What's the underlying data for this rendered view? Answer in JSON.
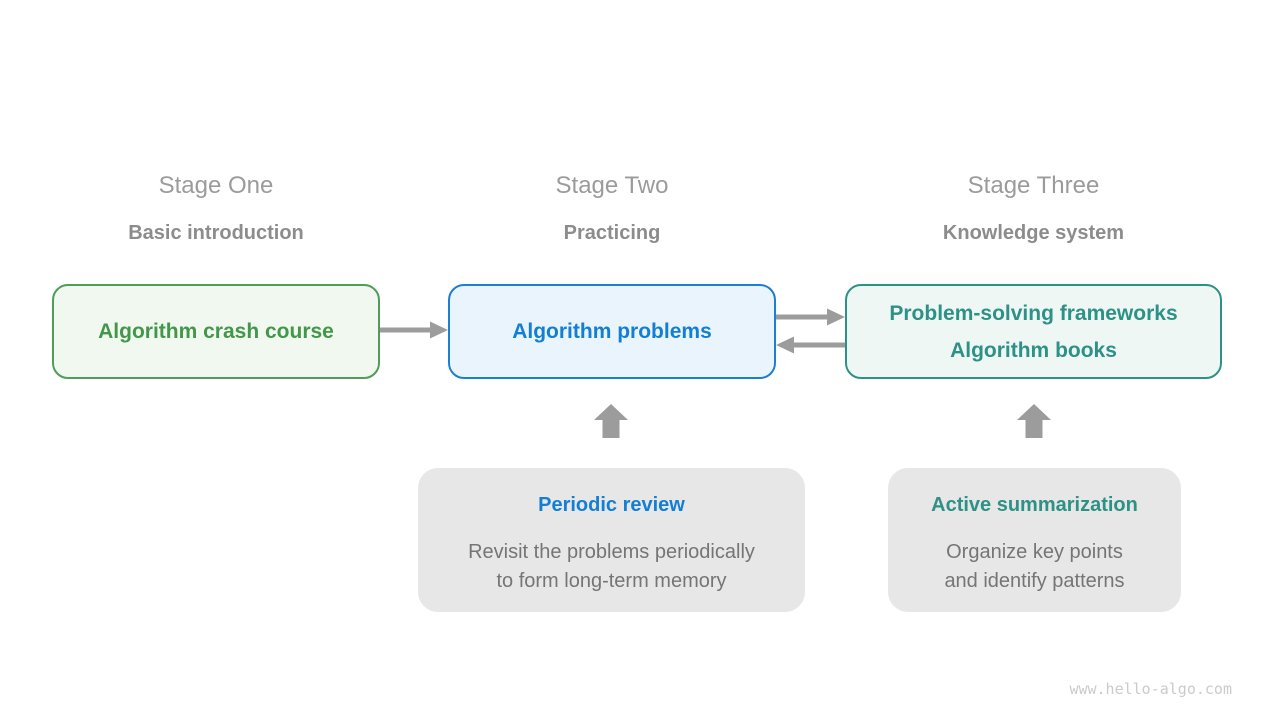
{
  "page": {
    "watermark": "www.hello-algo.com",
    "background": "#ffffff"
  },
  "colors": {
    "green_border": "#4f9d58",
    "green_fill": "#f1f8ef",
    "green_text": "#43974a",
    "blue_border": "#1c7fd2",
    "blue_fill": "#e9f4fc",
    "blue_text": "#137fd4",
    "teal_border": "#2e9186",
    "teal_fill": "#eef7f4",
    "teal_text": "#2d9186",
    "note_card_fill": "#e7e7e7",
    "arrow_gray": "#9c9c9c",
    "stage_title_gray": "#9b9b9b",
    "stage_subtitle_gray": "#8c8c8c",
    "note_text_gray": "#757575",
    "watermark_gray": "#cbcbcb"
  },
  "icons": [
    "arrow-right-icon",
    "arrow-right-icon",
    "arrow-left-icon",
    "arrow-up-icon",
    "arrow-up-icon"
  ],
  "stages": [
    {
      "title": "Stage One",
      "subtitle": "Basic introduction",
      "theme": "green",
      "box_lines": [
        "Algorithm crash course"
      ]
    },
    {
      "title": "Stage Two",
      "subtitle": "Practicing",
      "theme": "blue",
      "box_lines": [
        "Algorithm problems"
      ]
    },
    {
      "title": "Stage Three",
      "subtitle": "Knowledge system",
      "theme": "teal",
      "box_lines": [
        "Problem-solving frameworks",
        "Algorithm books"
      ]
    }
  ],
  "notes": [
    {
      "title": "Periodic review",
      "theme": "blue",
      "lines": [
        "Revisit the problems periodically",
        "to form long-term memory"
      ]
    },
    {
      "title": "Active summarization",
      "theme": "teal",
      "lines": [
        "Organize key points",
        "and identify patterns"
      ]
    }
  ]
}
